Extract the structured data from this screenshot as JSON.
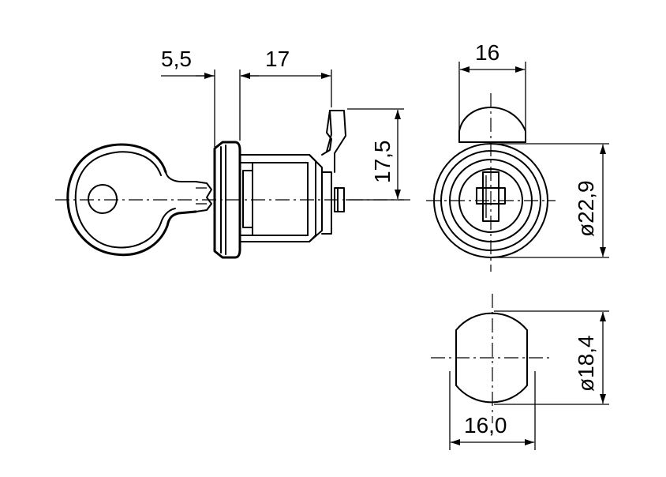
{
  "dimensions": {
    "flange_thickness": "5,5",
    "body_length": "17",
    "cam_height": "17,5",
    "front_width": "16",
    "flange_diameter": "ø22,9",
    "cutout_diameter": "ø18,4",
    "cutout_width": "16,0"
  }
}
